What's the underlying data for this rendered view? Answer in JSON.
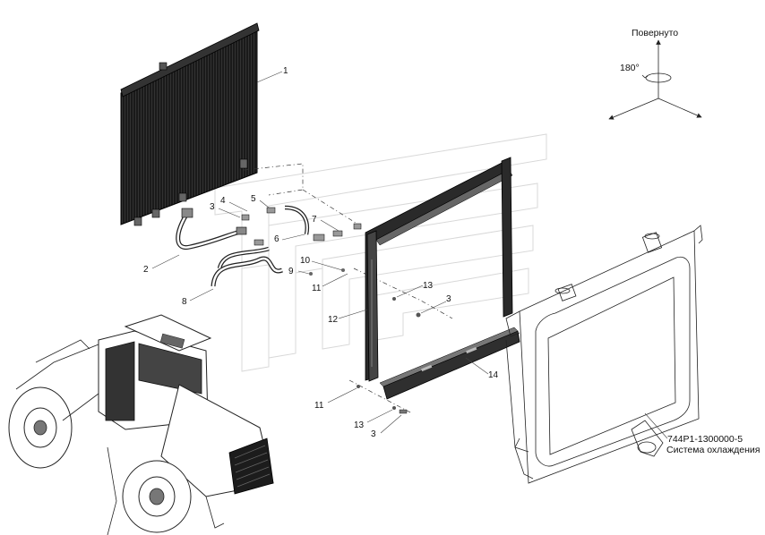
{
  "orientation": {
    "caption": "Повернуто",
    "angle": "180°"
  },
  "assembly": {
    "code": "744Р1-1300000-5",
    "name": "Система охлаждения"
  },
  "callouts": [
    {
      "id": "c1",
      "text": "1"
    },
    {
      "id": "c2",
      "text": "2"
    },
    {
      "id": "c3a",
      "text": "3"
    },
    {
      "id": "c4",
      "text": "4"
    },
    {
      "id": "c5",
      "text": "5"
    },
    {
      "id": "c6",
      "text": "6"
    },
    {
      "id": "c7",
      "text": "7"
    },
    {
      "id": "c8",
      "text": "8"
    },
    {
      "id": "c9",
      "text": "9"
    },
    {
      "id": "c10",
      "text": "10"
    },
    {
      "id": "c11a",
      "text": "11"
    },
    {
      "id": "c12",
      "text": "12"
    },
    {
      "id": "c13a",
      "text": "13"
    },
    {
      "id": "c3b",
      "text": "3"
    },
    {
      "id": "c14",
      "text": "14"
    },
    {
      "id": "c11b",
      "text": "11"
    },
    {
      "id": "c13b",
      "text": "13"
    },
    {
      "id": "c3c",
      "text": "3"
    }
  ]
}
